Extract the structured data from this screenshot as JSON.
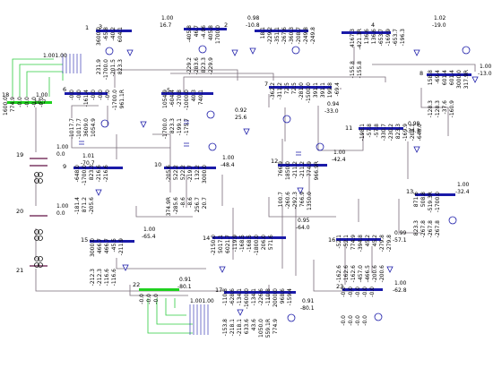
{
  "diagram": {
    "buses": [
      {
        "id": "b1",
        "name": "1",
        "v": "1.00",
        "a": "16.7"
      },
      {
        "id": "b2",
        "name": "2",
        "v": "0.98",
        "a": "-10.8"
      },
      {
        "id": "b3",
        "name": "3",
        "v": "",
        "a": ""
      },
      {
        "id": "b4",
        "name": "4",
        "v": "1.02",
        "a": "-19.0"
      },
      {
        "id": "b5",
        "name": "5",
        "v": "0.92",
        "a": "25.6"
      },
      {
        "id": "b6",
        "name": "6",
        "v": "",
        "a": ""
      },
      {
        "id": "b7",
        "name": "7",
        "v": "0.94",
        "a": "-33.0"
      },
      {
        "id": "b8",
        "name": "8",
        "v": "1.00",
        "a": "-13.0"
      },
      {
        "id": "b9",
        "name": "9",
        "v": "1.01",
        "a": "-70.7"
      },
      {
        "id": "b10",
        "name": "10",
        "v": "1.00",
        "a": "-48.4"
      },
      {
        "id": "b11",
        "name": "11",
        "v": "0.98",
        "a": "-34.3"
      },
      {
        "id": "b12",
        "name": "12",
        "v": "1.00",
        "a": "-42.4"
      },
      {
        "id": "b13",
        "name": "13",
        "v": "1.00",
        "a": "-32.4"
      },
      {
        "id": "b14",
        "name": "14",
        "v": "0.95",
        "a": "-64.0"
      },
      {
        "id": "b15",
        "name": "15",
        "v": "1.00",
        "a": "-65.4"
      },
      {
        "id": "b16",
        "name": "16",
        "v": "0.99",
        "a": "-57.1"
      },
      {
        "id": "b17",
        "name": "17",
        "v": "0.91",
        "a": "-80.1"
      },
      {
        "id": "b18",
        "name": "18",
        "v": "1.00",
        "a": "10.7"
      },
      {
        "id": "b19",
        "name": "19",
        "v": "1.00",
        "a": "0.0"
      },
      {
        "id": "b20",
        "name": "20",
        "v": "1.00",
        "a": "0.0"
      },
      {
        "id": "b21",
        "name": "21",
        "v": "",
        "a": ""
      },
      {
        "id": "b22",
        "name": "22",
        "v": "0.91",
        "a": "-80.1"
      },
      {
        "id": "b23",
        "name": "23",
        "v": "1.00",
        "a": "-62.8"
      }
    ],
    "flows": [
      "3600.0",
      "-65.8",
      "-40.2",
      "604.1",
      "231.9",
      "-1700.0",
      "-201.5",
      "823.3",
      "-405.8",
      "46.7",
      "-4.06",
      "405.8",
      "1700.0",
      "-229.2",
      "-283.6",
      "823.3",
      "-229.9",
      "18.1",
      "-229.2",
      "-351.1",
      "-267.6",
      "-360.3",
      "-208.7",
      "-249.8",
      "-249.8",
      "4167.3",
      "-421.3R",
      "136.6",
      "136.6",
      "-653.7",
      "-169.9",
      "-653.7",
      "-196.3",
      "-155.8",
      "-155.8",
      "1600.0",
      "774.9",
      "-0.0",
      "-0.0",
      "-0.0",
      "-0.0",
      "-0.0",
      "-0.0",
      "-161.4",
      "-0.0",
      "-0.0",
      "-0.0",
      "-1700.0",
      "961.1R",
      "-1017.7",
      "-1017.7",
      "3609.0",
      "1054.9",
      "1054.9",
      "-604.4",
      "-270.8",
      "-1000.0",
      "40.3",
      "740.1",
      "-1700.0",
      "823.3",
      "-199.1",
      "-175.7",
      "-362.2",
      "-311.2",
      "72.5",
      "72.5",
      "-281.0",
      "-1500.0",
      "391.1",
      "391.1",
      "199.8",
      "-69.4",
      "158.8",
      "-69.4",
      "601.4",
      "601.4",
      "3000.0",
      "317.9R",
      "-128.3",
      "-128.3",
      "-37.6",
      "-160.9",
      "-198.1",
      "-57.8",
      "-57.8",
      "-330.7",
      "-230.2",
      "823.3",
      "-169.9",
      "-203.1",
      "-648.0",
      "-648.0",
      "-1700.0",
      "823.3",
      "-216.6",
      "-216.6",
      "-181.4",
      "871.2",
      "-205.6",
      "-205.6",
      "522.2",
      "522.2",
      "-219.7",
      "132.2",
      "3000.0",
      "374.9R",
      "-285.6",
      "-8.6",
      "-8.6",
      "256.7",
      "20.7",
      "766.9",
      "1850.0",
      "-211.2",
      "-211.2",
      "774.9",
      "966.9R",
      "100.7",
      "-260.6",
      "-292.3",
      "766.9",
      "1350.0",
      "871.6",
      "508.8",
      "-519.3R",
      "-1700.0",
      "823.3",
      "-267.8",
      "-267.8",
      "-267.8",
      "3000.0",
      "466.7",
      "466.7",
      "-45.5",
      "-211.9",
      "-212.3",
      "-212.3",
      "-116.6",
      "-116.6",
      "-2150.0",
      "5017.1",
      "6021.7",
      "-119.9",
      "-168.5",
      "-168.5",
      "-1800.0",
      "206.0",
      "571.6",
      "-52.1",
      "-52.1",
      "774.9",
      "-394.8",
      "45.2",
      "45.2",
      "-279.8",
      "-279.8",
      "-162.6",
      "-162.6",
      "-162.6",
      "-457.0",
      "-466.5",
      "-200.6",
      "-200.6",
      "-110.8",
      "-628.6",
      "-134.1",
      "-1600.0",
      "-134.1",
      "-226.6",
      "-110.8",
      "2000.0",
      "968.6",
      "-159.4",
      "-153.8",
      "-218.1",
      "-218.1",
      "633.6",
      "43.6",
      "1050.0",
      "559.1R",
      "774.9",
      "-0.0",
      "-0.0",
      "-0.0",
      "-0.0",
      "-0.0",
      "-0.0",
      "-0.0",
      "-0.0",
      "-0.0",
      "-0.0",
      "-0.0",
      "-0.0"
    ],
    "gen_label_top": "1.001.00",
    "gen_label_bottom": "1.001.00"
  }
}
